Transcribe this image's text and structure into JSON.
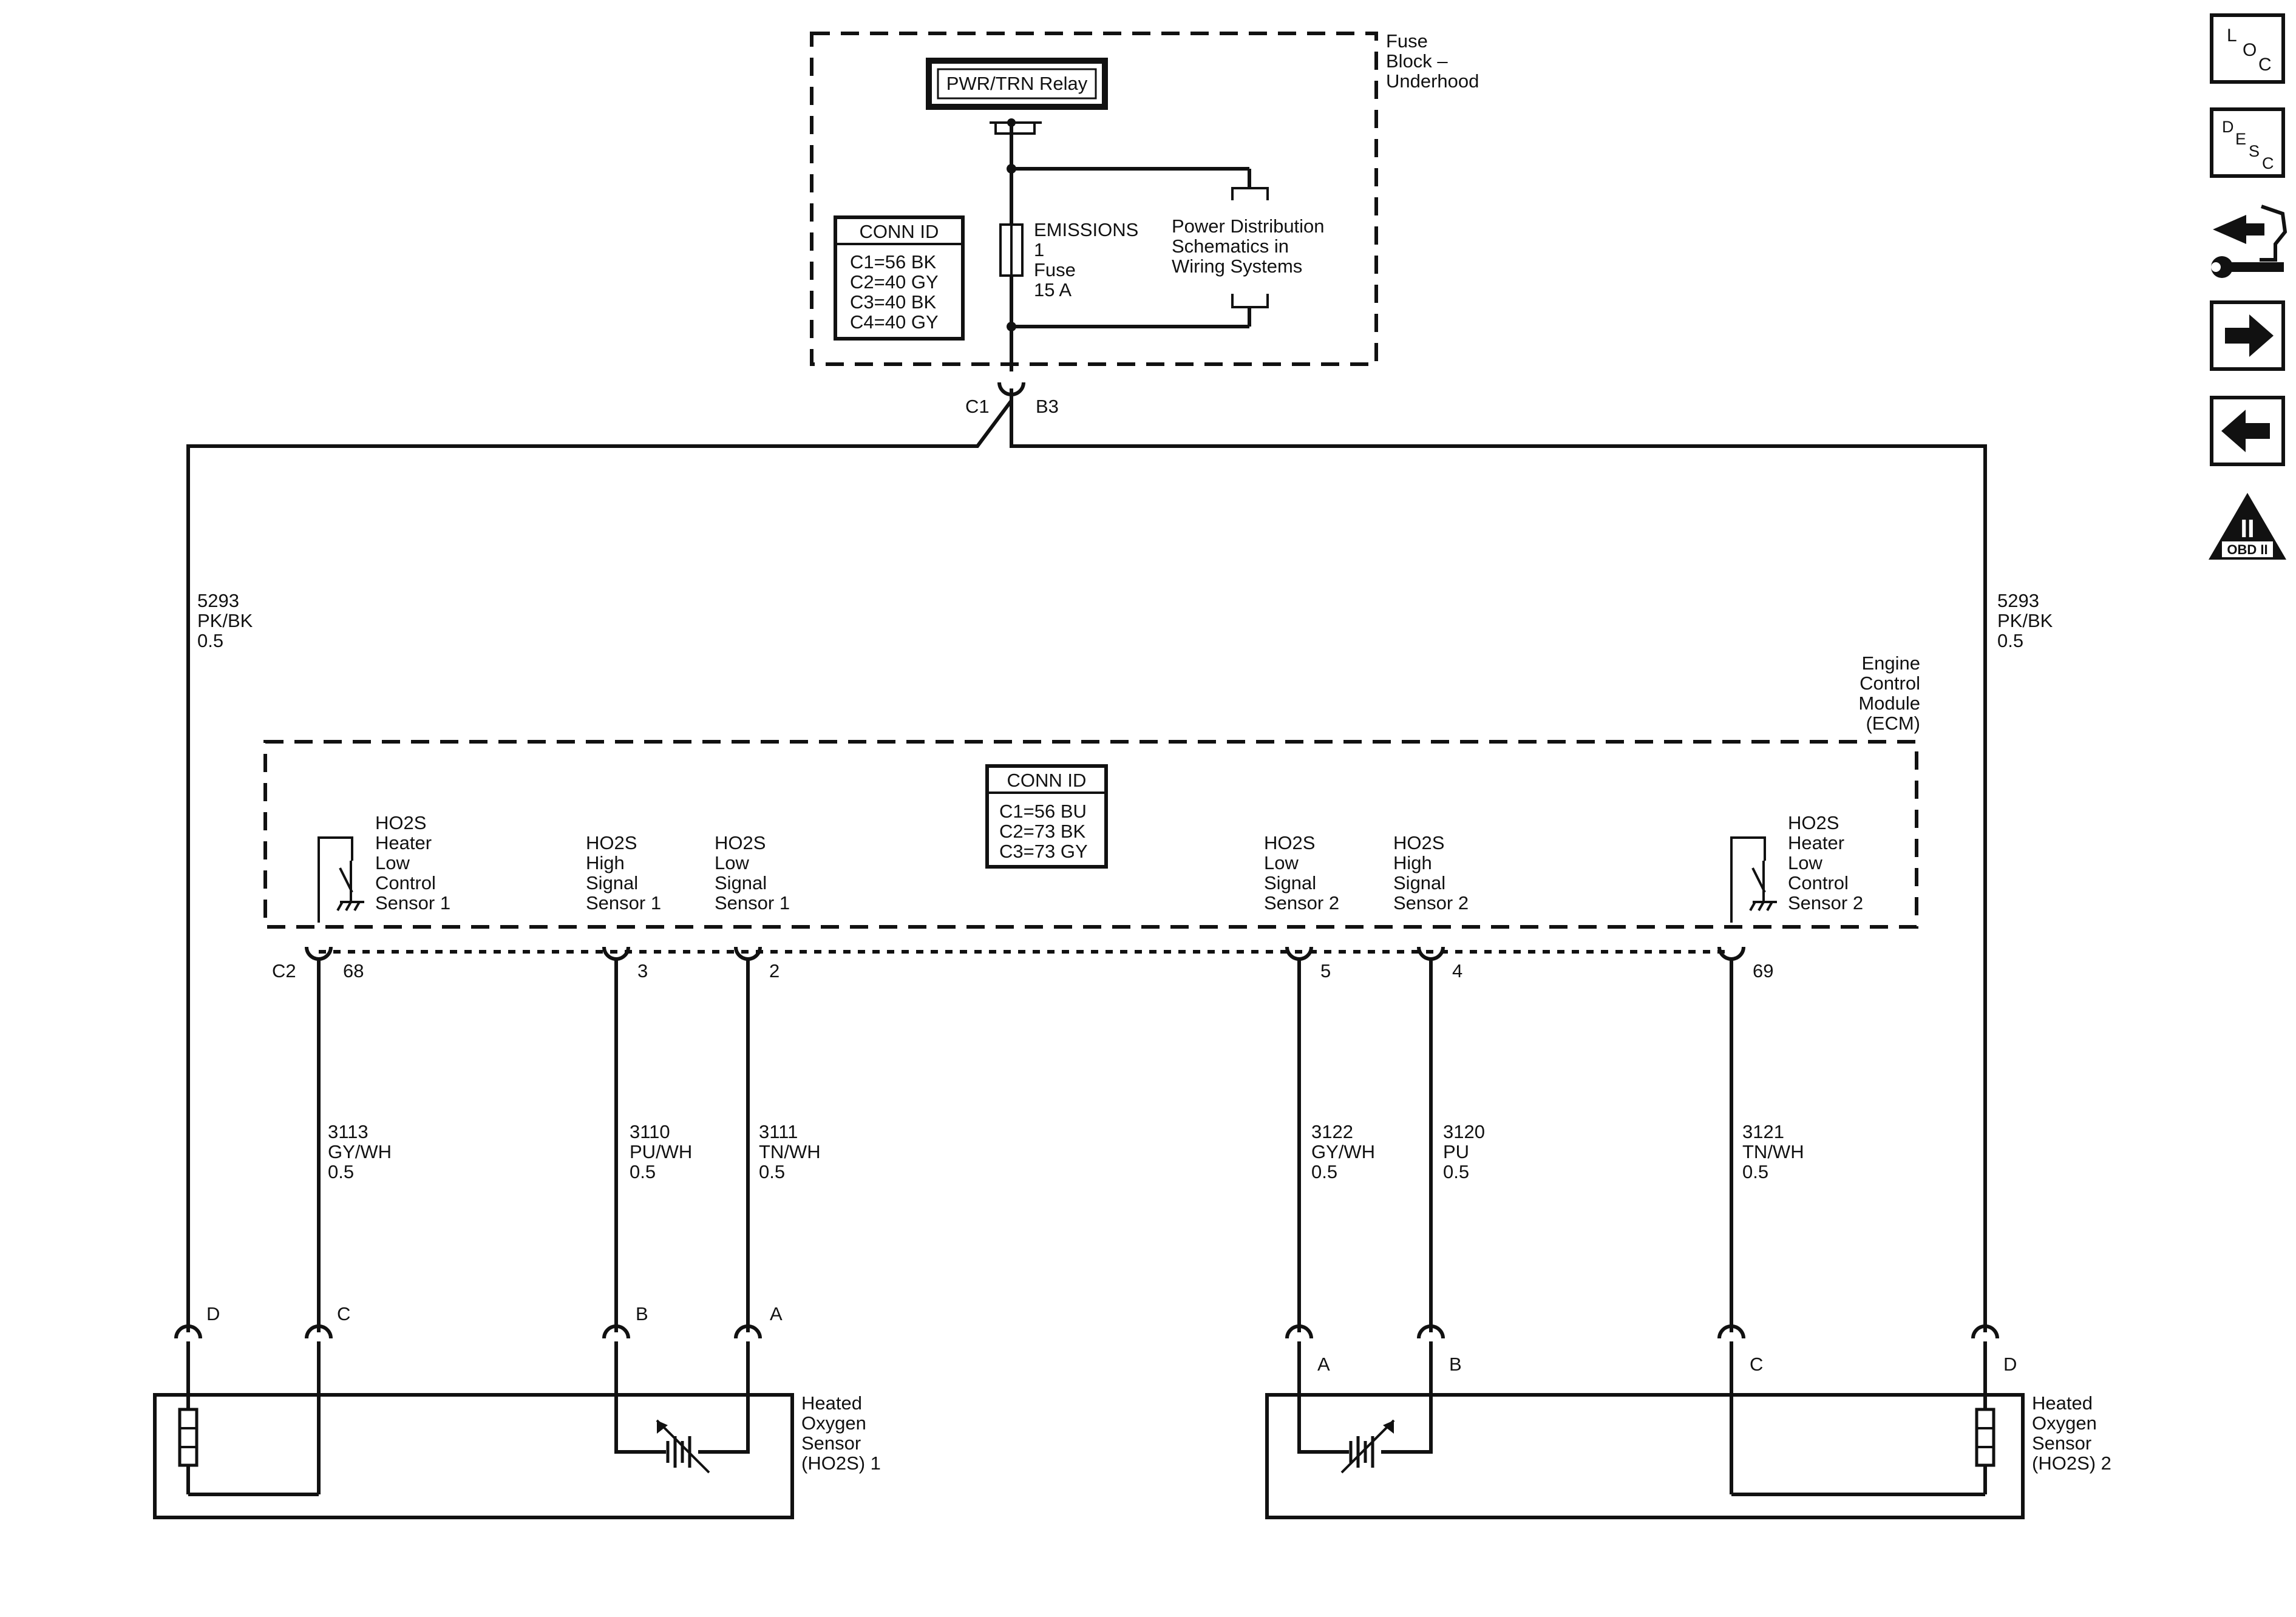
{
  "fuse_block": {
    "title_lines": [
      "Fuse",
      "Block –",
      "Underhood"
    ],
    "relay_label": "PWR/TRN Relay",
    "fuse_lines": [
      "EMISSIONS",
      "1",
      "Fuse",
      "15 A"
    ],
    "power_dist_lines": [
      "Power Distribution",
      "Schematics in",
      "Wiring Systems"
    ],
    "conn_id": {
      "title": "CONN ID",
      "rows": [
        "C1=56 BK",
        "C2=40 GY",
        "C3=40 BK",
        "C4=40 GY"
      ]
    },
    "connector": "C1",
    "pin": "B3"
  },
  "ecm": {
    "title_lines": [
      "Engine",
      "Control",
      "Module",
      "(ECM)"
    ],
    "conn_id": {
      "title": "CONN ID",
      "rows": [
        "C1=56 BU",
        "C2=73 BK",
        "C3=73 GY"
      ]
    },
    "connector": "C2",
    "circuits": [
      {
        "lines": [
          "HO2S",
          "Heater",
          "Low",
          "Control",
          "Sensor 1"
        ],
        "pin": "68"
      },
      {
        "lines": [
          "HO2S",
          "High",
          "Signal",
          "Sensor 1"
        ],
        "pin": "3"
      },
      {
        "lines": [
          "HO2S",
          "Low",
          "Signal",
          "Sensor 1"
        ],
        "pin": "2"
      },
      {
        "lines": [
          "HO2S",
          "Low",
          "Signal",
          "Sensor 2"
        ],
        "pin": "5"
      },
      {
        "lines": [
          "HO2S",
          "High",
          "Signal",
          "Sensor 2"
        ],
        "pin": "4"
      },
      {
        "lines": [
          "HO2S",
          "Heater",
          "Low",
          "Control",
          "Sensor 2"
        ],
        "pin": "69"
      }
    ]
  },
  "wires": {
    "left_feed": [
      "5293",
      "PK/BK",
      "0.5"
    ],
    "right_feed": [
      "5293",
      "PK/BK",
      "0.5"
    ],
    "w3113": [
      "3113",
      "GY/WH",
      "0.5"
    ],
    "w3110": [
      "3110",
      "PU/WH",
      "0.5"
    ],
    "w3111": [
      "3111",
      "TN/WH",
      "0.5"
    ],
    "w3122": [
      "3122",
      "GY/WH",
      "0.5"
    ],
    "w3120": [
      "3120",
      "PU",
      "0.5"
    ],
    "w3121": [
      "3121",
      "TN/WH",
      "0.5"
    ]
  },
  "sensor1": {
    "title_lines": [
      "Heated",
      "Oxygen",
      "Sensor",
      "(HO2S) 1"
    ],
    "pins": [
      "D",
      "C",
      "B",
      "A"
    ]
  },
  "sensor2": {
    "title_lines": [
      "Heated",
      "Oxygen",
      "Sensor",
      "(HO2S) 2"
    ],
    "pins": [
      "A",
      "B",
      "C",
      "D"
    ]
  },
  "nav": {
    "loc": [
      "L",
      "O",
      "C"
    ],
    "desc": [
      "D",
      "E",
      "S",
      "C"
    ],
    "obd_numeral": "II",
    "obd_text": "OBD II"
  }
}
